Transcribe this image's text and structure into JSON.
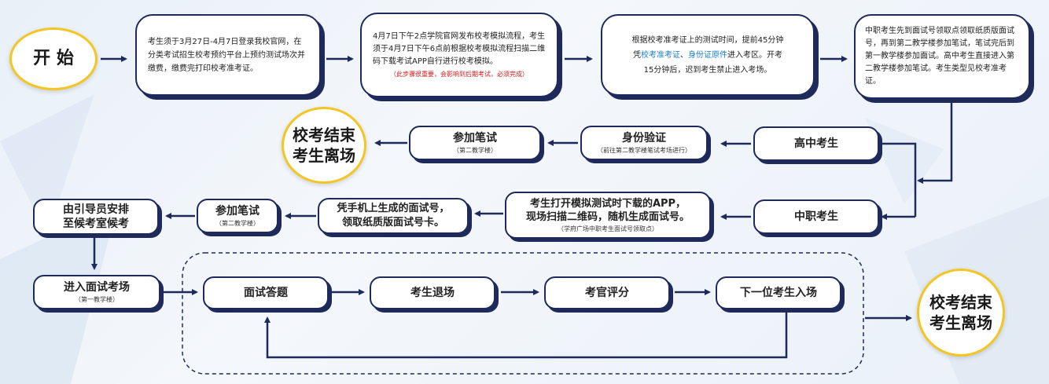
{
  "start": {
    "label": "开 始"
  },
  "steps": {
    "register": "考生须于3月27日-4月7日登录我校官网，在分类考试招生校考预约平台上预约测试场次并缴费，缴费完打印校考准考证。",
    "mock_line1": "4月7日下午2点学院官网发布校考模拟流程，考生须于4月7日下午6点前根据校考模拟流程扫描二维码下载考试APP自行进行校考模拟。",
    "mock_warning": "（此步骤很重要，会影响到后期考试，必须完成）",
    "entry_a": "根据校考准考证上的测试时间，提前45分钟",
    "entry_b": "凭",
    "entry_hl1": "校考准考证",
    "entry_sep": "、",
    "entry_hl2": "身份证原件",
    "entry_c": "进入考区。开考",
    "entry_d": "15分钟后，迟到考生禁止进入考场。",
    "vocational_note": "中职考生先到面试号领取点领取纸质版面试号，再到第二教学楼参加笔试，笔试完后到第一教学楼参加面试。高中考生直接进入第二教学楼参加笔试。考生类型见校考准考证。"
  },
  "row2": {
    "high_school": "高中考生",
    "id_check": "身份验证",
    "id_check_sub": "（前往第二教学楼笔试考场进行）",
    "written": "参加笔试",
    "written_sub": "（第二教学楼）",
    "end_line1": "校考结束",
    "end_line2": "考生离场"
  },
  "row3": {
    "vocational": "中职考生",
    "app_line1": "考生打开模拟测试时下载的APP，",
    "app_line2": "现场扫描二维码，随机生成面试号。",
    "app_sub": "（学府广场中职考生面试号领取点）",
    "paper_line1": "凭手机上生成的面试号，",
    "paper_line2": "领取纸质版面试号卡。",
    "written": "参加笔试",
    "written_sub": "（第二教学楼）",
    "guide_line1": "由引导员安排",
    "guide_line2": "至候考室候考"
  },
  "row4": {
    "enter": "进入面试考场",
    "enter_sub": "（第一教学楼）",
    "answer": "面试答题",
    "leave": "考生退场",
    "score": "考官评分",
    "next": "下一位考生入场",
    "end_line1": "校考结束",
    "end_line2": "考生离场"
  },
  "colors": {
    "navy": "#1e2a5a",
    "yellow": "#f3c623",
    "red": "#d01a1a",
    "blue": "#1b7fd0"
  }
}
